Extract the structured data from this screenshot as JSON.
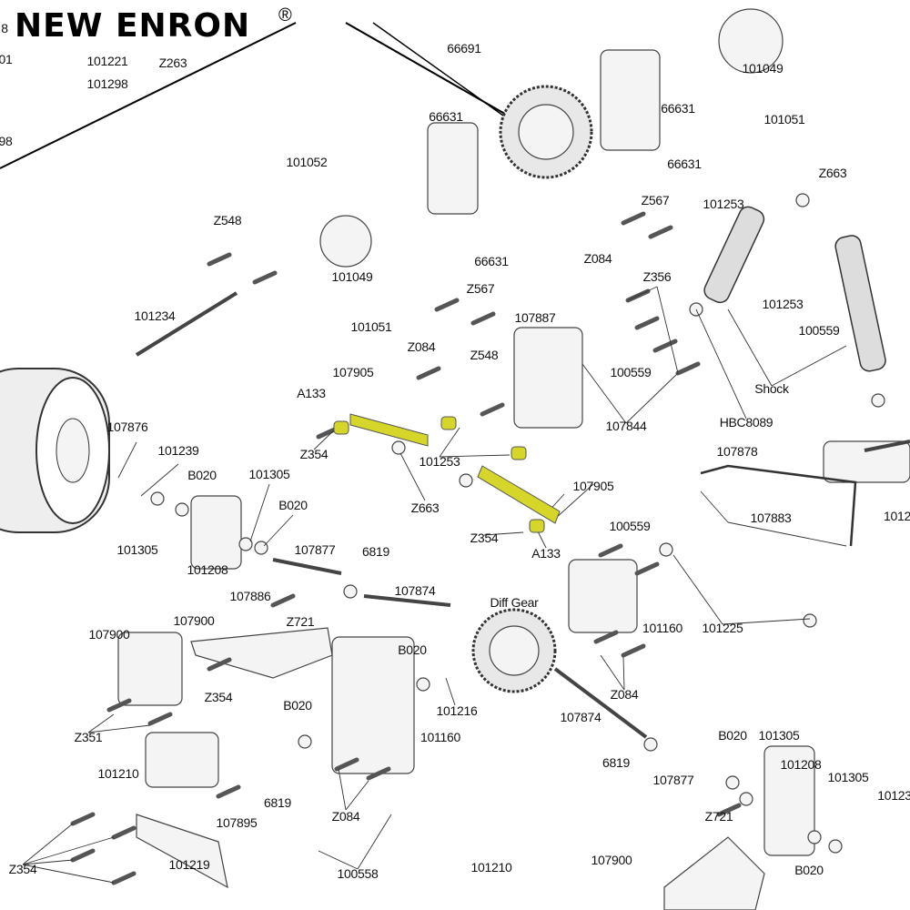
{
  "logo": {
    "text": "NEW ENRON",
    "registered": "®"
  },
  "highlight_color": "#d6d62a",
  "labels": [
    "8",
    "01",
    "101221",
    "Z263",
    "101298",
    "98",
    "66691",
    "101049",
    "101051",
    "66631",
    "66631",
    "66631",
    "Z567",
    "101253",
    "Z663",
    "101052",
    "Z548",
    "Z084",
    "66631",
    "101049",
    "Z567",
    "Z356",
    "101234",
    "101051",
    "107887",
    "101253",
    "100559",
    "Z084",
    "100559",
    "107905",
    "Z548",
    "A133",
    "Shock",
    "107844",
    "HBC8089",
    "107876",
    "101239",
    "Z354",
    "101253",
    "107878",
    "B020",
    "101305",
    "107905",
    "Z663",
    "B020",
    "107883",
    "1012",
    "100559",
    "Z354",
    "A133",
    "101305",
    "101208",
    "107877",
    "6819",
    "Diff Gear",
    "107874",
    "107886",
    "Z721",
    "107900",
    "107900",
    "101160",
    "101225",
    "B020",
    "Z354",
    "101216",
    "B020",
    "Z084",
    "107874",
    "Z351",
    "101160",
    "B020",
    "101305",
    "6819",
    "101208",
    "101210",
    "101305",
    "107877",
    "6819",
    "Z084",
    "10123",
    "107895",
    "Z721",
    "Z354",
    "101219",
    "100558",
    "101210",
    "107900",
    "B020"
  ]
}
